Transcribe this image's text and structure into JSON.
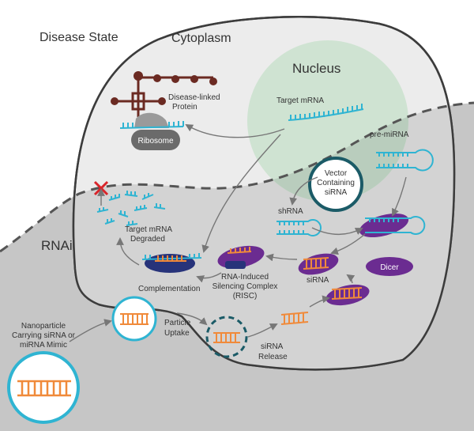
{
  "regions": {
    "disease_state": "Disease State",
    "cytoplasm": "Cytoplasm",
    "nucleus": "Nucleus",
    "rnai": "RNAi"
  },
  "labels": {
    "target_mrna": "Target mRNA",
    "protein_line1": "Disease-linked",
    "protein_line2": "Protein",
    "ribosome": "Ribosome",
    "pre_mirna": "pre-miRNA",
    "vector_line1": "Vector",
    "vector_line2": "Containing",
    "vector_line3": "siRNA",
    "shrna": "shRNA",
    "degraded_line1": "Target mRNA",
    "degraded_line2": "Degraded",
    "dicer": "Dicer",
    "sirna": "siRNA",
    "risc_line1": "RNA-Induced",
    "risc_line2": "Silencing Complex",
    "risc_line3": "(RISC)",
    "complementation": "Complementation",
    "nano_line1": "Nanoparticle",
    "nano_line2": "Carrying siRNA or",
    "nano_line3": "miRNA Mimic",
    "uptake_line1": "Particle",
    "uptake_line2": "Uptake",
    "release_line1": "siRNA",
    "release_line2": "Release"
  },
  "colors": {
    "cell_fill": "#ececec",
    "rnai_fill": "#c6c6c6",
    "nucleus_fill": "#cfe3d2",
    "rna_blue": "#2fb4d2",
    "rna_orange": "#f08a3a",
    "purple": "#6b2c91",
    "navy": "#27337a",
    "teal_dark": "#1b5b67",
    "protein": "#6b2a22",
    "ribosome": "#6b6b6b",
    "arrow": "#777777",
    "cross": "#d9252a"
  }
}
